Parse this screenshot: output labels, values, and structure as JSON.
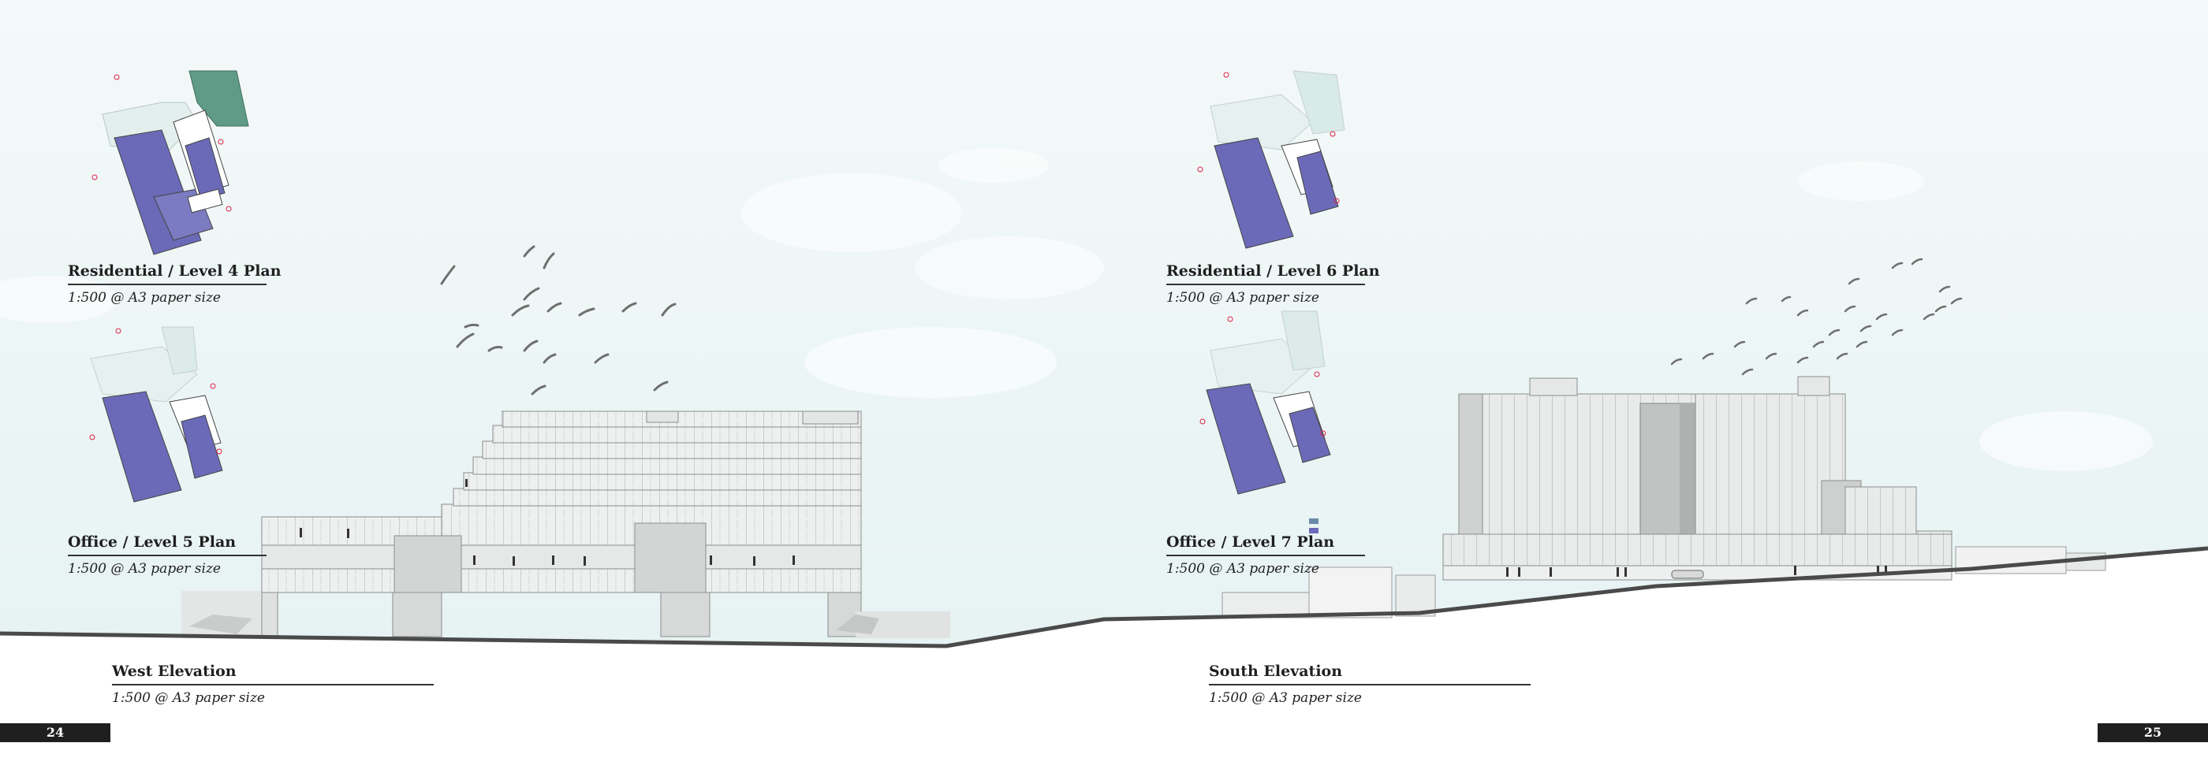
{
  "spread": {
    "left_page": {
      "page_number": "24",
      "plans": [
        {
          "title": "Residential / Level 4 Plan",
          "scale": "1:500 @ A3 paper size"
        },
        {
          "title": "Office / Level 5 Plan",
          "scale": "1:500 @ A3 paper size"
        }
      ],
      "elevation": {
        "title": "West Elevation",
        "scale": "1:500 @ A3 paper size"
      }
    },
    "right_page": {
      "page_number": "25",
      "plans": [
        {
          "title": "Residential / Level 6 Plan",
          "scale": "1:500 @ A3 paper size"
        },
        {
          "title": "Office / Level 7 Plan",
          "scale": "1:500 @ A3 paper size"
        }
      ],
      "elevation": {
        "title": "South Elevation",
        "scale": "1:500 @ A3 paper size"
      }
    }
  },
  "colors": {
    "sky": "#eef7f7",
    "residential_units": "#6a6ab8",
    "roof_garden": "#5f9b86",
    "facade": "#eef0ef",
    "ground": "#4a4a4a",
    "birds": "#6f6f6f"
  }
}
